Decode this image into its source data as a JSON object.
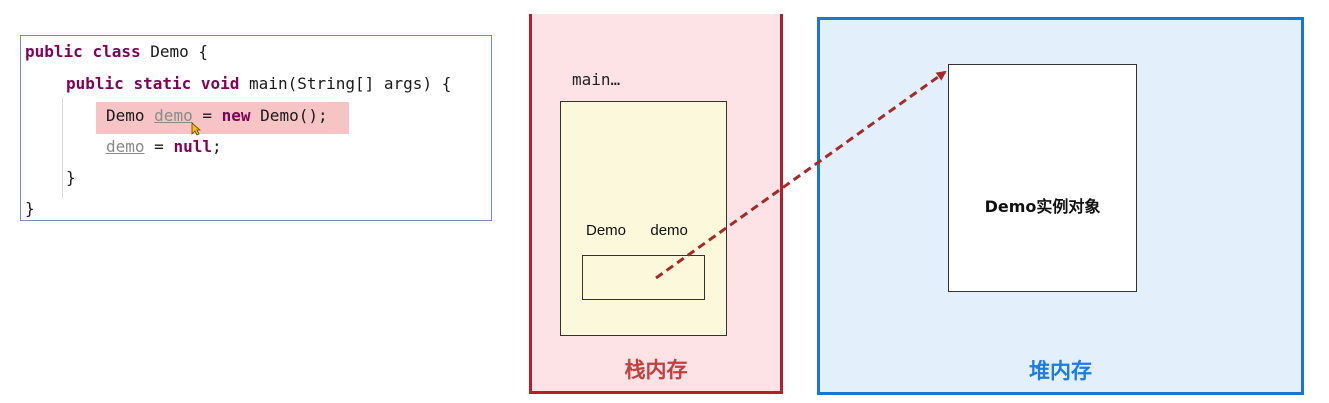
{
  "code": {
    "line1": {
      "kw1": "public",
      "kw2": "class",
      "rest": "Demo {"
    },
    "line2": {
      "kw1": "public",
      "kw2": "static",
      "kw3": "void",
      "rest": "main(String[] args) {"
    },
    "line3": {
      "type": "Demo",
      "var": "demo",
      "op": "=",
      "kw": "new",
      "rest": "Demo();"
    },
    "line4": {
      "var": "demo",
      "op": "=",
      "kw": "null",
      "rest": ";"
    },
    "line5": "}",
    "line6": "}"
  },
  "stack": {
    "frame_label": "main…",
    "variable": "Demo  demo",
    "title": "栈内存"
  },
  "heap": {
    "object_label": "Demo实例对象",
    "title": "堆内存"
  },
  "colors": {
    "stack_border": "#b51f2a",
    "stack_fill": "#fde3e6",
    "heap_border": "#1976d2",
    "heap_fill": "#e3f0fc",
    "arrow": "#a52a2a",
    "highlight": "#f6c4c4"
  }
}
